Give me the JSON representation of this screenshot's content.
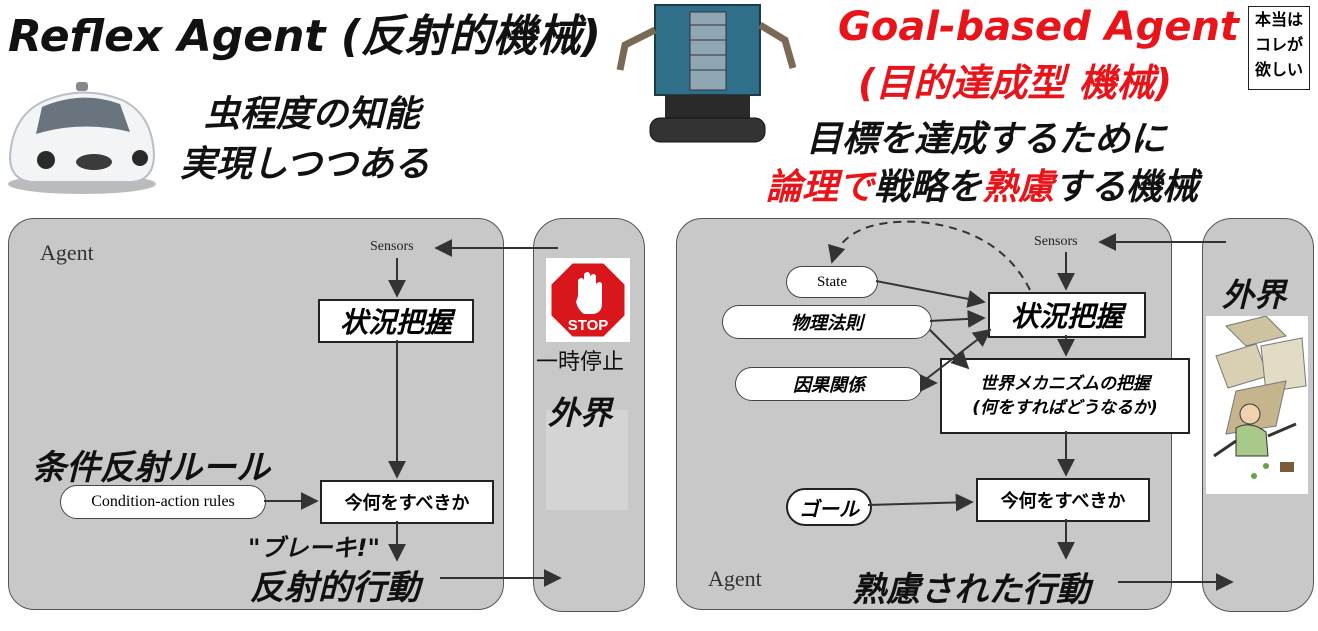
{
  "reflex": {
    "title": "Reflex Agent (反射的機械)",
    "caption_line1": "虫程度の知能",
    "caption_line2": "実現しつつある",
    "agent_label": "Agent",
    "sensors": "Sensors",
    "situation": "状況把握",
    "rules_heading": "条件反射ルール",
    "rules_pill": "Condition-action rules",
    "decide": "今何をすべきか",
    "quote": "\"ブレーキ!\"",
    "action": "反射的行動",
    "stop_sign": "STOP",
    "stop_label": "一時停止",
    "world": "外界"
  },
  "goal": {
    "title_line1": "Goal-based Agent",
    "title_line2": "(目的達成型 機械)",
    "note": "本当は コレが 欲しい",
    "caption_line1": "目標を達成するために",
    "caption_red1": "論理で",
    "caption_mid": "戦略を",
    "caption_red2": "熟慮",
    "caption_end": "する機械",
    "sensors": "Sensors",
    "state": "State",
    "physics": "物理法則",
    "causality": "因果関係",
    "situation": "状況把握",
    "world_model_line1": "世界メカニズムの把握",
    "world_model_line2": "(何をすればどうなるか)",
    "goal_pill": "ゴール",
    "decide": "今何をすべきか",
    "agent_label": "Agent",
    "action": "熟慮された行動",
    "world": "外界"
  },
  "colors": {
    "accent_red": "#e8141a",
    "panel_gray": "#c8c8c8"
  }
}
